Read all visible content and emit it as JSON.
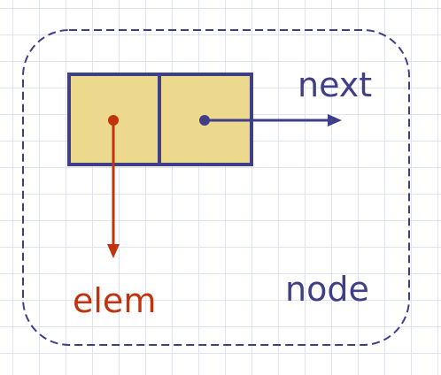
{
  "labels": {
    "next": "next",
    "node": "node",
    "elem": "elem"
  },
  "colors": {
    "node_border": "#3f3f88",
    "cell_fill": "#ecd98e",
    "cell_border": "#3f3f88",
    "next_arrow": "#3f3f88",
    "elem_arrow": "#c0330d",
    "grid": "#dfe2f2"
  }
}
